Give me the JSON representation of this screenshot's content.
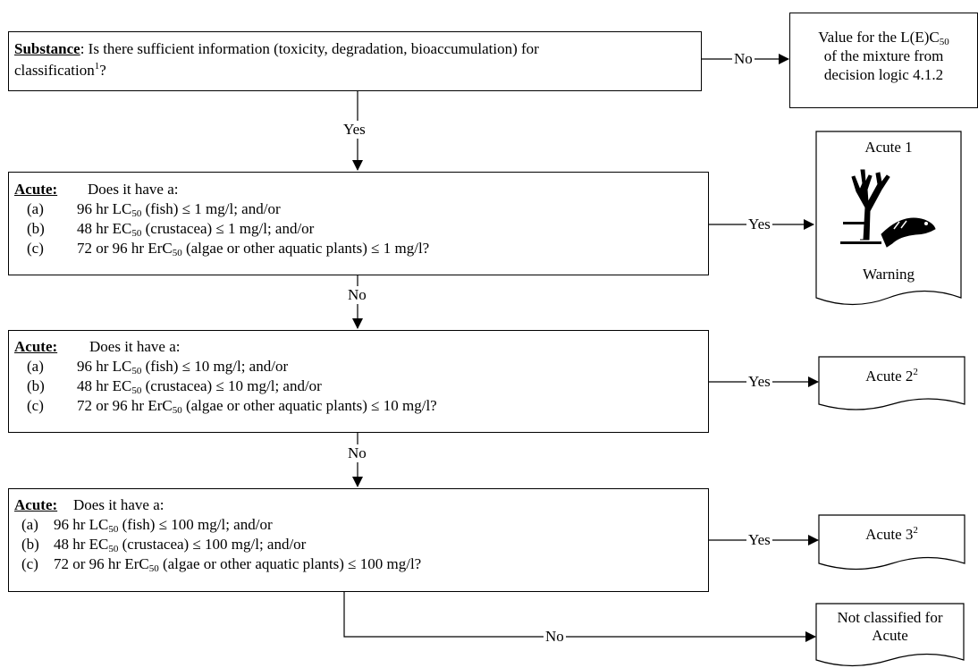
{
  "start": {
    "head": "Substance",
    "line1": ": Is there sufficient information (toxicity, degradation, bioaccumulation) for",
    "line2": "classification",
    "line2_sup": "1",
    "line2_end": "?"
  },
  "outcome_no_info": {
    "line1_a": "Value for the L(E)C",
    "line1_sub": "50",
    "line2": "of the mixture from",
    "line3": "decision logic 4.1.2"
  },
  "q1": {
    "head": "Acute:",
    "lead": "Does it have a:",
    "a_label": "(a)",
    "a_1": "96 hr LC",
    "a_sub": "50",
    "a_2": " (fish) ≤  1 mg/l; and/or",
    "b_label": "(b)",
    "b_1": "48 hr EC",
    "b_sub": "50",
    "b_2": " (crustacea) ≤  1 mg/l; and/or",
    "c_label": "(c)",
    "c_1": "72 or 96 hr ErC",
    "c_sub": "50",
    "c_2": " (algae or other aquatic plants) ≤  1 mg/l?"
  },
  "q2": {
    "head": "Acute:",
    "lead": "Does it have a:",
    "a_label": "(a)",
    "a_1": "96 hr LC",
    "a_sub": "50",
    "a_2": " (fish) ≤  10 mg/l; and/or",
    "b_label": "(b)",
    "b_1": "48 hr EC",
    "b_sub": "50",
    "b_2": " (crustacea) ≤  10 mg/l; and/or",
    "c_label": "(c)",
    "c_1": "72 or 96 hr ErC",
    "c_sub": "50",
    "c_2": " (algae or other aquatic plants) ≤  10 mg/l?"
  },
  "q3": {
    "head": "Acute:",
    "lead": "Does it have a:",
    "a_label": "(a)",
    "a_1": "96 hr LC",
    "a_sub": "50",
    "a_2": " (fish)  ≤  100 mg/l; and/or",
    "b_label": "(b)",
    "b_1": "48 hr EC",
    "b_sub": "50",
    "b_2": " (crustacea)  ≤ 100 mg/l; and/or",
    "c_label": "(c)",
    "c_1": "72 or 96 hr ErC",
    "c_sub": "50",
    "c_2": " (algae or other aquatic plants)  ≤ 100 mg/l?"
  },
  "acute1": {
    "title": "Acute 1",
    "signal": "Warning",
    "pictogram": "environment-pictogram"
  },
  "acute2": {
    "title": "Acute 2",
    "sup": "2"
  },
  "acute3": {
    "title": "Acute 3",
    "sup": "2"
  },
  "not_classified": {
    "line1": "Not classified for",
    "line2": "Acute"
  },
  "labels": {
    "yes": "Yes",
    "no": "No"
  }
}
